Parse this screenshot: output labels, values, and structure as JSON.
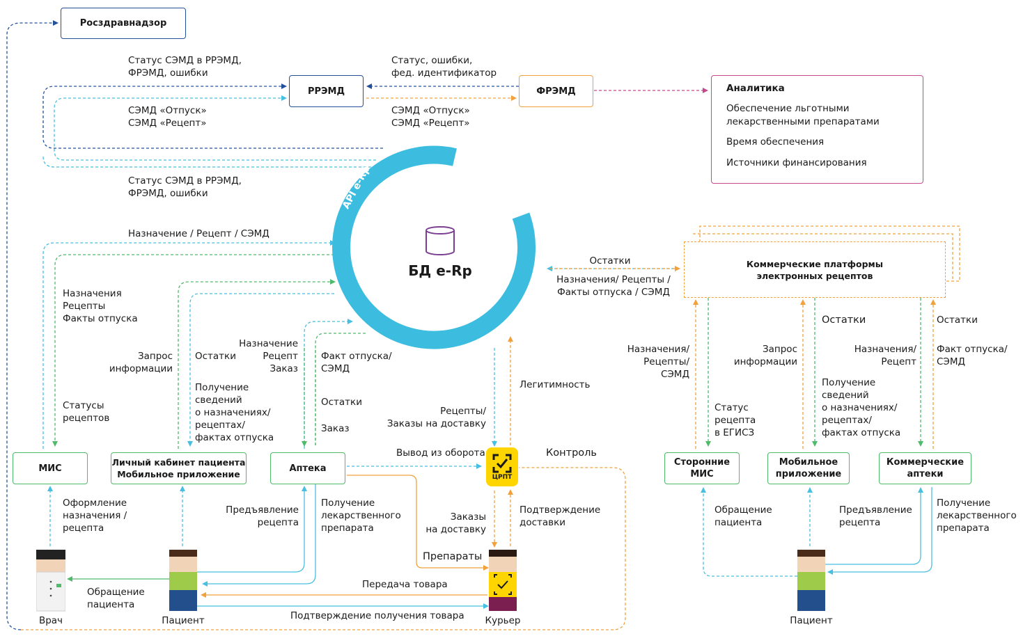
{
  "colors": {
    "blue": "#24509a",
    "cyan": "#48bfe0",
    "green": "#4fba6a",
    "orange": "#f2a03c",
    "magenta": "#c5488f",
    "ring": "#3cbde0",
    "yellow": "#ffd500"
  },
  "nodes": {
    "roszdrav": "Росздравнадзор",
    "rremd": "РРЭМД",
    "fremd": "ФРЭМД",
    "db": "БД e-Rp",
    "api": "API e-Rp",
    "mis": "МИС",
    "cabinet": "Личный кабинет пациента\nМобильное приложение",
    "pharmacy": "Аптека",
    "crpt": "ЦРПТ",
    "ext_mis": "Сторонние\nМИС",
    "mobile_app": "Мобильное\nприложение",
    "comm_pharm": "Коммерческие\nаптеки",
    "platforms": "Коммерческие платформы\nэлектронных рецептов"
  },
  "analytics": {
    "title": "Аналитика",
    "items": [
      "Обеспечение льготными\nлекарственными препаратами",
      "Время обеспечения",
      "Источники финансирования"
    ]
  },
  "people": {
    "doctor": "Врач",
    "patient": "Пациент",
    "courier": "Курьер",
    "patient2": "Пациент"
  },
  "labels": {
    "status_top": "Статус СЭМД в РРЭМД,\nФРЭМД, ошибки",
    "status_fed": "Статус, ошибки,\nфед. идентификатор",
    "semd_left": "СЭМД «Отпуск»\nСЭМД «Рецепт»",
    "semd_right": "СЭМД «Отпуск»\nСЭМД «Рецепт»",
    "status_bottom": "Статус СЭМД в РРЭМД,\nФРЭМД, ошибки",
    "assign": "Назначение / Рецепт / СЭМД",
    "mis_info": "Назначения\nРецепты\nФакты отпуска",
    "mis_status": "Статусы\nрецептов",
    "request_info": "Запрос\nинформации",
    "stock1": "Остатки",
    "get_info1": "Получение\nсведений\nо назначениях/\nрецептах/\nфактах отпуска",
    "pharm_assign": "Назначение\nРецепт\nЗаказ",
    "fact_semd": "Факт отпуска/\nСЭМД",
    "stock2": "Остатки",
    "order": "Заказ",
    "recipes_delivery": "Рецепты/\nЗаказы на доставку",
    "legitimacy": "Легитимность",
    "withdraw": "Вывод из оборота",
    "control": "Контроль",
    "stock_mid": "Остатки",
    "assign_facts": "Назначения/ Рецепты /\nФакты отпуска / СЭМД",
    "prescribe": "Оформление\nназначения /\nрецепта",
    "present1": "Предъявление\nрецепта",
    "get_drug1": "Получение\nлекарственного\nпрепарата",
    "orders_delivery": "Заказы\nна доставку",
    "confirm_delivery": "Подтверждение\nдоставки",
    "preparations": "Препараты",
    "transfer": "Передача товара",
    "confirm_receive": "Подтверждение получения товара",
    "patient_visit": "Обращение\nпациента",
    "r_assign": "Назначения/\nРецепты/\nСЭМД",
    "r_egisz": "Статус\nрецепта\nв ЕГИСЗ",
    "r_request": "Запрос\nинформации",
    "r_stock1": "Остатки",
    "r_get_info": "Получение\nсведений\nо назначениях/\nрецептах/\nфактах отпуска",
    "r_assign2": "Назначения/\nРецепт",
    "r_stock2": "Остатки",
    "r_fact": "Факт отпуска/\nСЭМД",
    "r_visit": "Обращение\nпациента",
    "r_present": "Предъявление\nрецепта",
    "r_get_drug": "Получение\nлекарственного\nпрепарата"
  }
}
